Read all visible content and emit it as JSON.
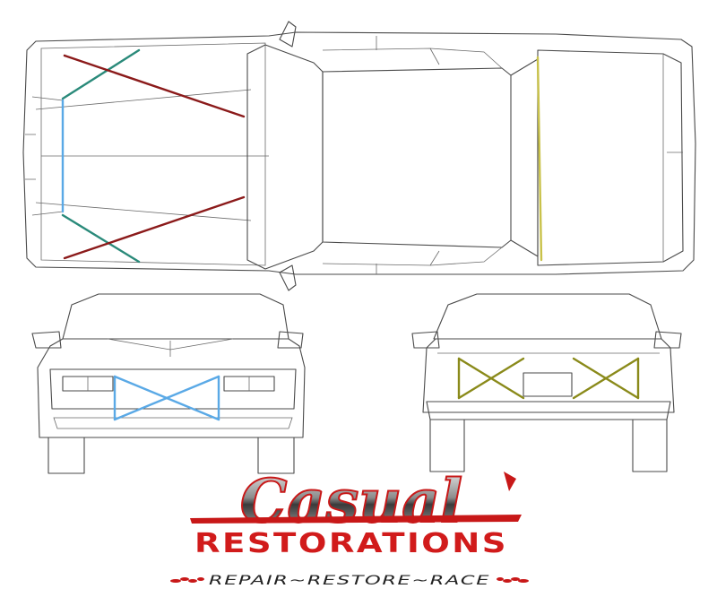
{
  "brand": {
    "name": "Casual",
    "subtitle": "RESTORATIONS",
    "tagline": "REPAIR~RESTORE~RACE"
  },
  "colors": {
    "outline": "#4a4a4a",
    "front_brace_outer": "#2a8a7a",
    "front_brace_inner": "#8b1a1a",
    "radiator_support": "#5aa9e6",
    "rear_brace": "#8a8a1a",
    "rear_firewall": "#c9c24a",
    "logo_red": "#d11b1b",
    "logo_silver": "#9a9a9a"
  },
  "views": [
    "top-view",
    "front-view",
    "rear-view"
  ]
}
